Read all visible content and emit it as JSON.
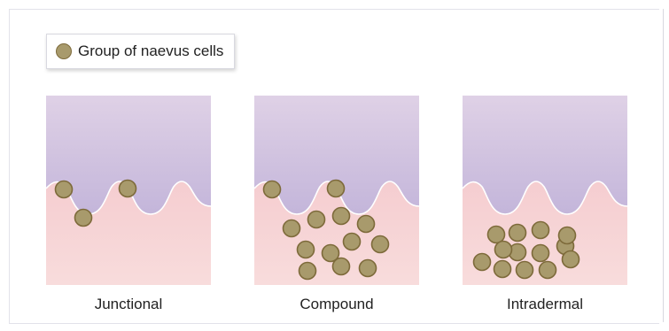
{
  "legend": {
    "label": "Group of naevus cells"
  },
  "colors": {
    "epidermis_top": "#dfd1e6",
    "epidermis_bottom": "#b3a5d3",
    "dermis_top": "#f5cdd0",
    "dermis_bottom": "#f8dcdc",
    "cell_fill": "#a89a6c",
    "cell_stroke": "#7d6a3a"
  },
  "panels": [
    {
      "label": "Junctional",
      "icon": "junctional-naevus-diagram"
    },
    {
      "label": "Compound",
      "icon": "compound-naevus-diagram"
    },
    {
      "label": "Intradermal",
      "icon": "intradermal-naevus-diagram"
    }
  ]
}
